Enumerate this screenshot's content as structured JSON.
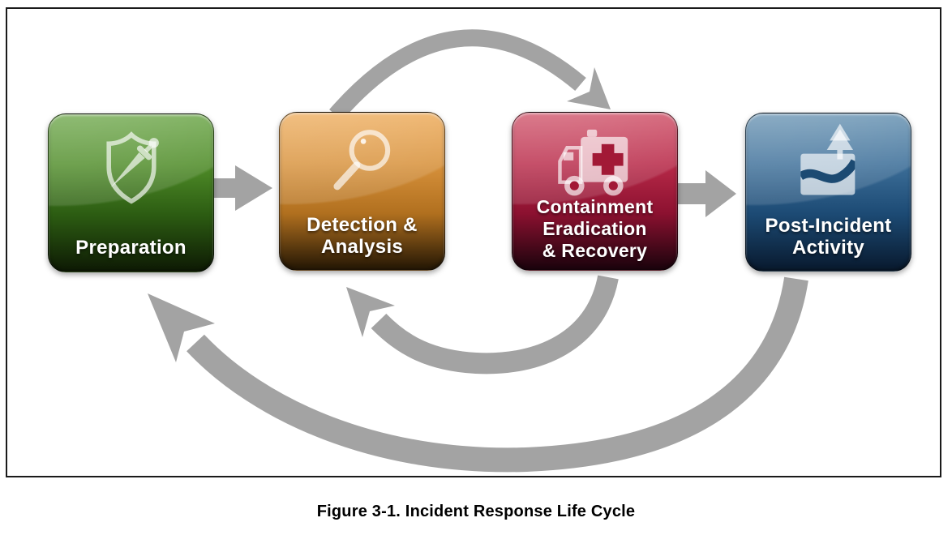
{
  "figure_caption": "Figure 3-1. Incident Response Life Cycle",
  "diagram": {
    "background": "#ffffff",
    "frame_border_color": "#1a1a1a",
    "arrow_color": "#a3a3a3",
    "stages": [
      {
        "name": "preparation",
        "label": "Preparation",
        "icon": "shield-sword-icon",
        "colors": {
          "top": "#6aa546",
          "upper": "#4f8c28",
          "lower": "#2c5c12",
          "bottom": "#101f05"
        },
        "icon_accent": "#2f6212"
      },
      {
        "name": "detection-analysis",
        "label": "Detection &\nAnalysis",
        "icon": "magnifying-glass-icon",
        "colors": {
          "top": "#edaa58",
          "upper": "#d8923c",
          "lower": "#b1701f",
          "bottom": "#2e1d06"
        },
        "icon_accent": "#a56a1c"
      },
      {
        "name": "containment-eradication-recovery",
        "label": "Containment\nEradication\n& Recovery",
        "icon": "ambulance-icon",
        "colors": {
          "top": "#cf4f66",
          "upper": "#b92a49",
          "lower": "#8c1130",
          "bottom": "#23040f"
        },
        "icon_accent": "#a21936"
      },
      {
        "name": "post-incident-activity",
        "label": "Post-Incident\nActivity",
        "icon": "tree-path-icon",
        "colors": {
          "top": "#6591b1",
          "upper": "#3d6f99",
          "lower": "#1c4a74",
          "bottom": "#0a1d33"
        },
        "icon_accent": "#1c4a72"
      }
    ],
    "arrows": [
      {
        "name": "preparation-to-detection",
        "from": "preparation",
        "to": "detection-analysis",
        "style": "straight-block"
      },
      {
        "name": "detection-to-containment",
        "from": "detection-analysis",
        "to": "containment-eradication-recovery",
        "style": "arc-over-top"
      },
      {
        "name": "containment-to-detection",
        "from": "containment-eradication-recovery",
        "to": "detection-analysis",
        "style": "loop-under"
      },
      {
        "name": "containment-to-post-incident",
        "from": "containment-eradication-recovery",
        "to": "post-incident-activity",
        "style": "straight-block"
      },
      {
        "name": "post-incident-to-preparation",
        "from": "post-incident-activity",
        "to": "preparation",
        "style": "arc-under-bottom"
      }
    ]
  }
}
